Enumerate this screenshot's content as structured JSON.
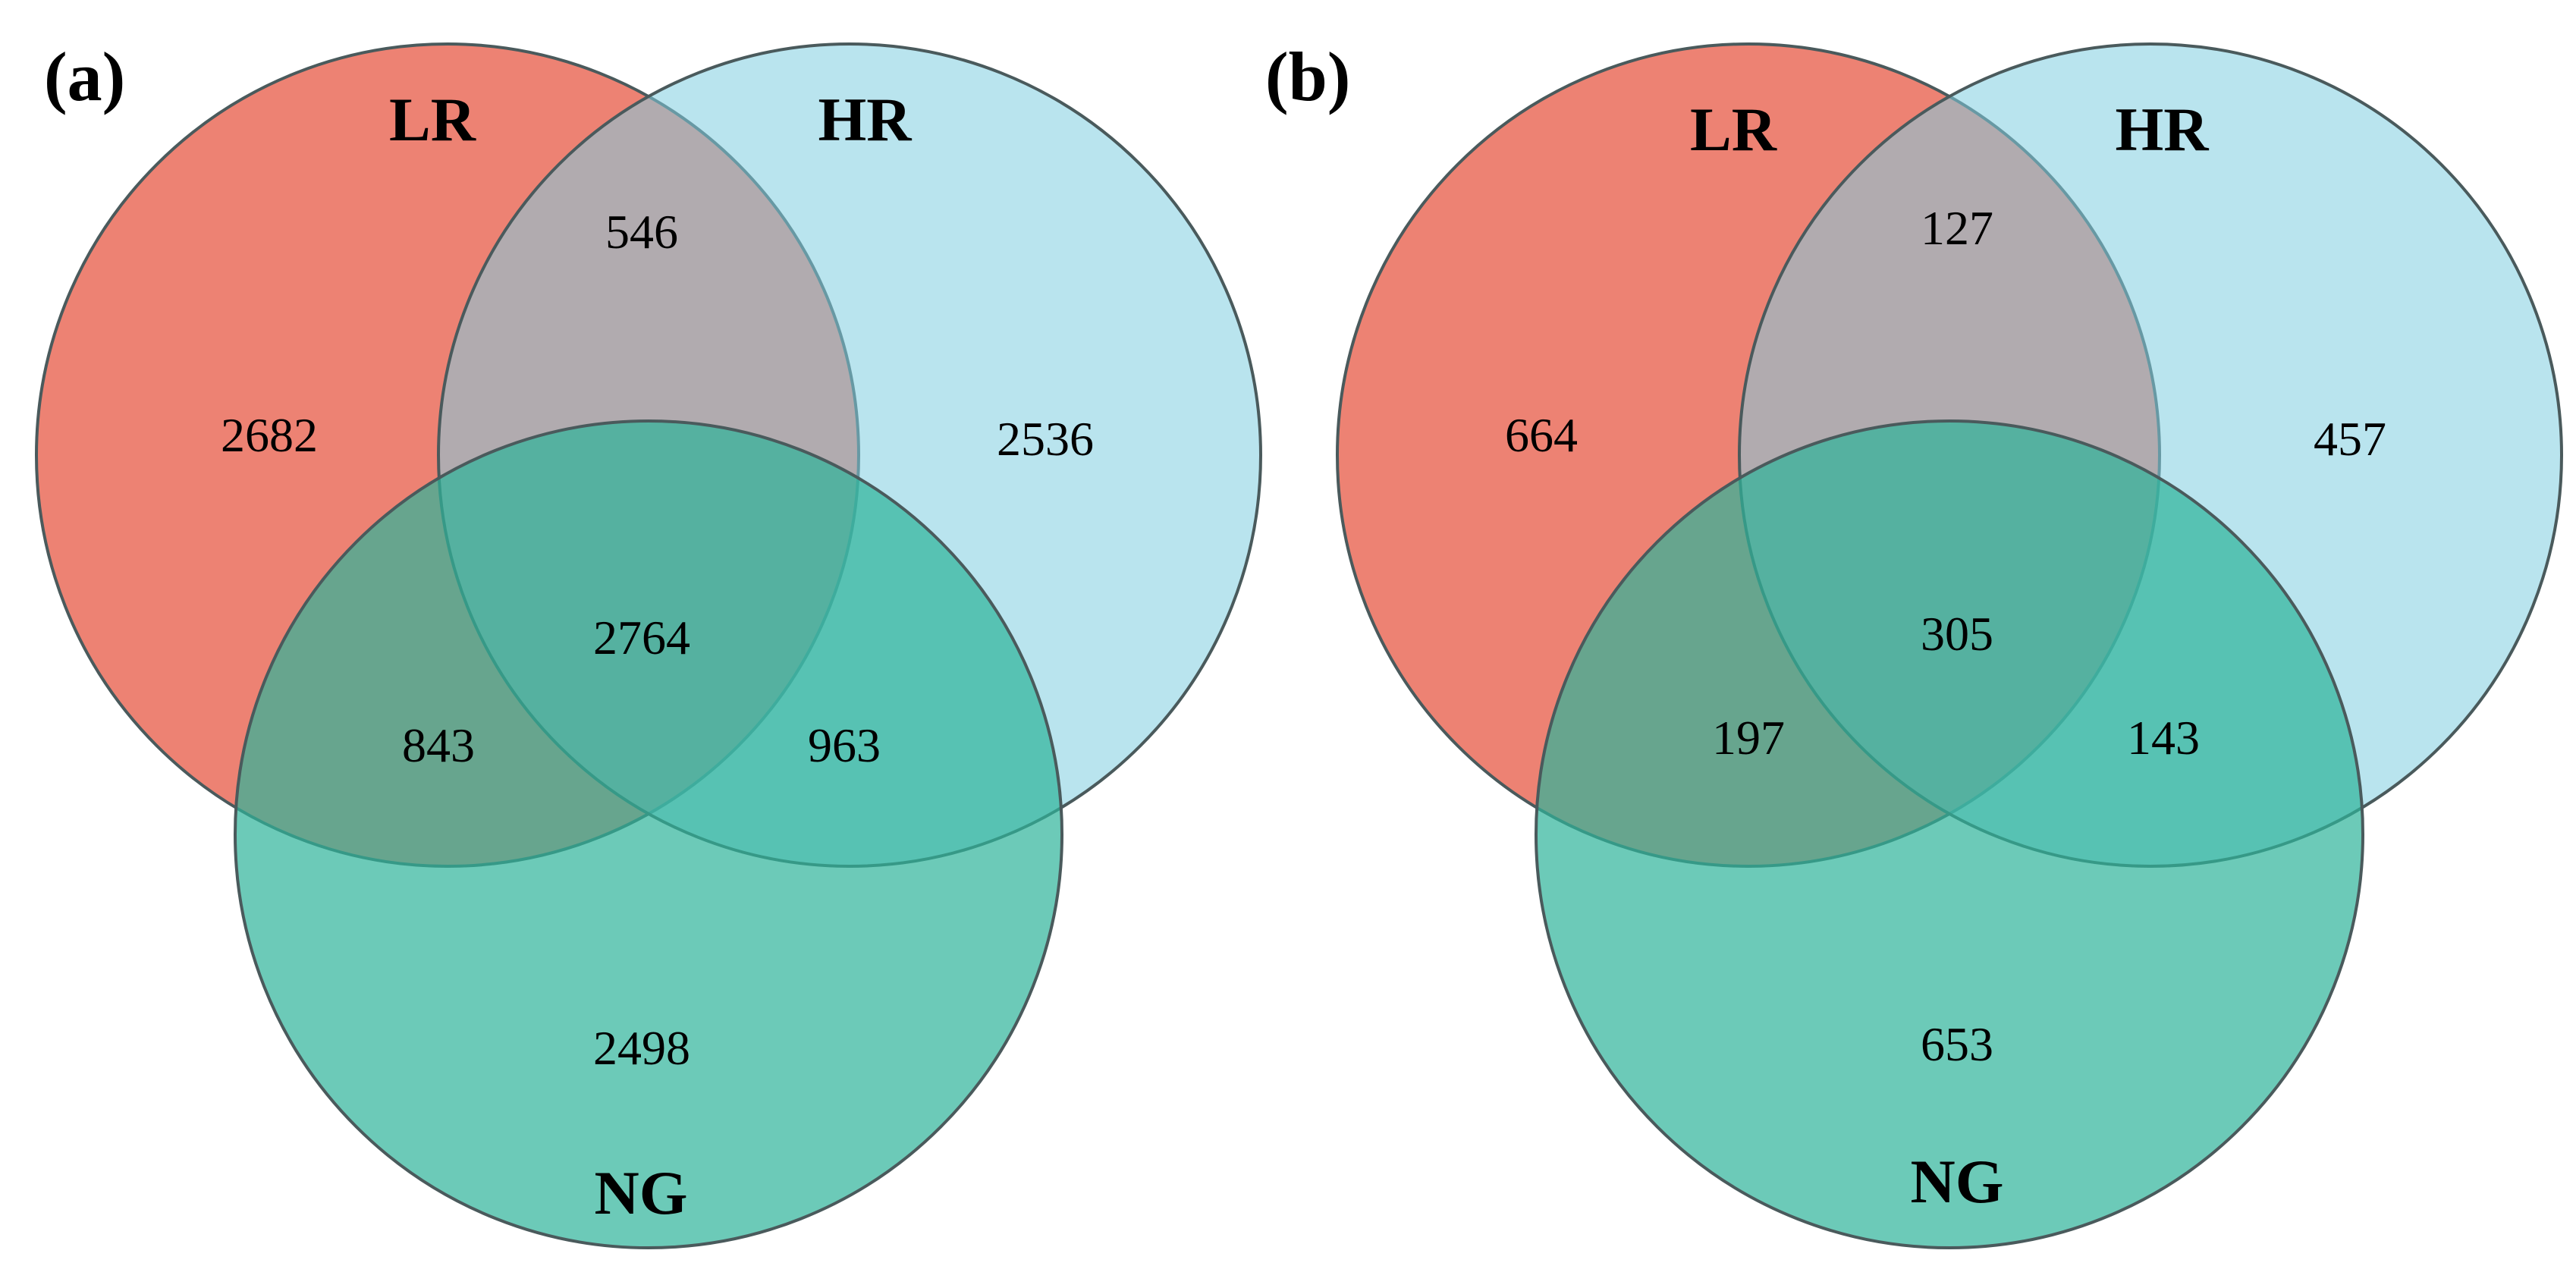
{
  "colors": {
    "LR": "#ec7b6c",
    "HR": "#7fcde0",
    "NG": "#2db39a"
  },
  "panels": [
    {
      "label": "(a)",
      "sets": {
        "LR": "LR",
        "HR": "HR",
        "NG": "NG"
      },
      "regions": {
        "LR_only": "2682",
        "HR_only": "2536",
        "NG_only": "2498",
        "LR_HR": "546",
        "LR_NG": "843",
        "HR_NG": "963",
        "LR_HR_NG": "2764"
      }
    },
    {
      "label": "(b)",
      "sets": {
        "LR": "LR",
        "HR": "HR",
        "NG": "NG"
      },
      "regions": {
        "LR_only": "664",
        "HR_only": "457",
        "NG_only": "653",
        "LR_HR": "127",
        "LR_NG": "197",
        "HR_NG": "143",
        "LR_HR_NG": "305"
      }
    }
  ]
}
